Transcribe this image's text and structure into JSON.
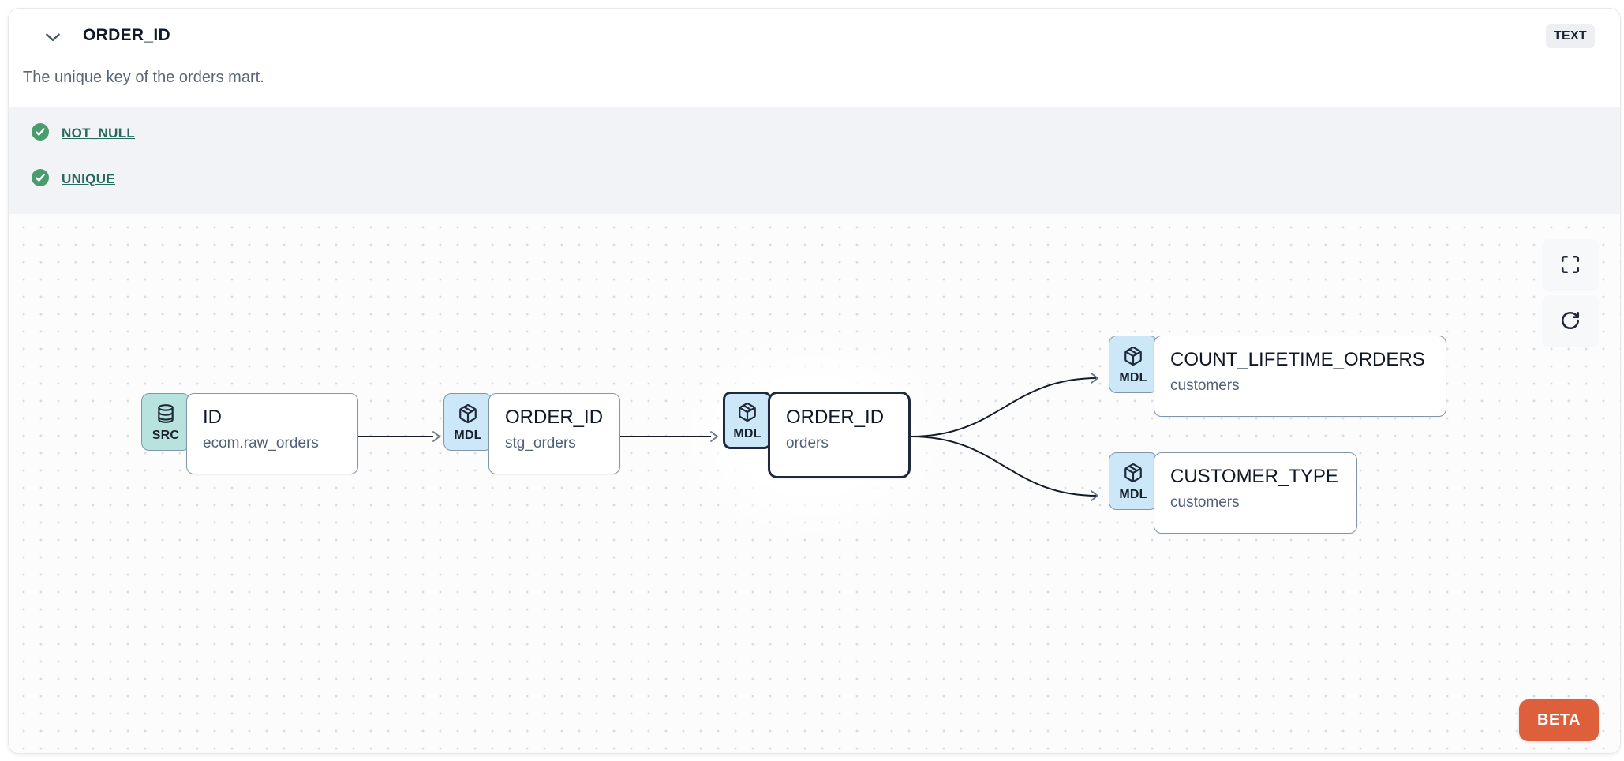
{
  "header": {
    "title": "ORDER_ID",
    "type_badge": "TEXT",
    "description": "The unique key of the orders mart."
  },
  "tests": {
    "items": [
      {
        "status": "pass",
        "label": "NOT_NULL"
      },
      {
        "status": "pass",
        "label": "UNIQUE"
      }
    ]
  },
  "lineage": {
    "nodes": [
      {
        "badge_label": "SRC",
        "icon": "database",
        "title": "ID",
        "subtitle": "ecom.raw_orders",
        "selected": false
      },
      {
        "badge_label": "MDL",
        "icon": "package",
        "title": "ORDER_ID",
        "subtitle": "stg_orders",
        "selected": false
      },
      {
        "badge_label": "MDL",
        "icon": "package",
        "title": "ORDER_ID",
        "subtitle": "orders",
        "selected": true
      },
      {
        "badge_label": "MDL",
        "icon": "package",
        "title": "COUNT_LIFETIME_ORDERS",
        "subtitle": "customers",
        "selected": false
      },
      {
        "badge_label": "MDL",
        "icon": "package",
        "title": "CUSTOMER_TYPE",
        "subtitle": "customers",
        "selected": false
      }
    ],
    "edges": [
      {
        "from": "ID (ecom.raw_orders)",
        "to": "ORDER_ID (stg_orders)"
      },
      {
        "from": "ORDER_ID (stg_orders)",
        "to": "ORDER_ID (orders)"
      },
      {
        "from": "ORDER_ID (orders)",
        "to": "COUNT_LIFETIME_ORDERS (customers)"
      },
      {
        "from": "ORDER_ID (orders)",
        "to": "CUSTOMER_TYPE (customers)"
      }
    ],
    "beta_label": "BETA"
  },
  "colors": {
    "source_badge_bg": "#b7e2dd",
    "model_badge_bg": "#cbe7f8",
    "selected_border": "#1e293b",
    "node_border": "#8296ab",
    "test_pass_green": "#4a9c6d",
    "link_teal": "#26695d",
    "beta_orange": "#dd5f3b",
    "tests_section_bg": "#f2f3f6"
  }
}
